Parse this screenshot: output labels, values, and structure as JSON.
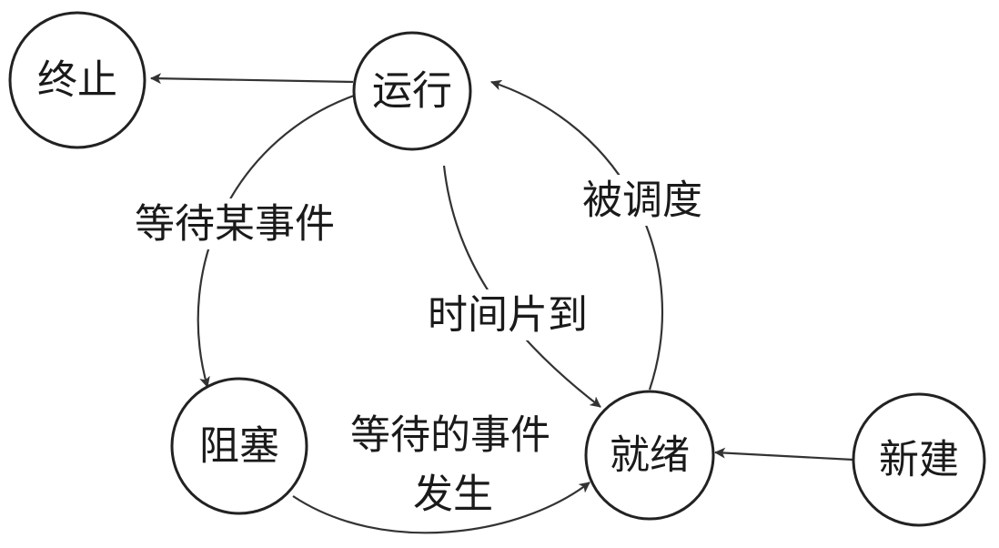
{
  "nodes": {
    "terminated": "终止",
    "running": "运行",
    "blocked": "阻塞",
    "ready": "就绪",
    "new": "新建"
  },
  "edges": {
    "wait_event": "等待某事件",
    "time_slice": "时间片到",
    "scheduled": "被调度",
    "event_occurs_line1": "等待的事件",
    "event_occurs_line2": "发生"
  }
}
